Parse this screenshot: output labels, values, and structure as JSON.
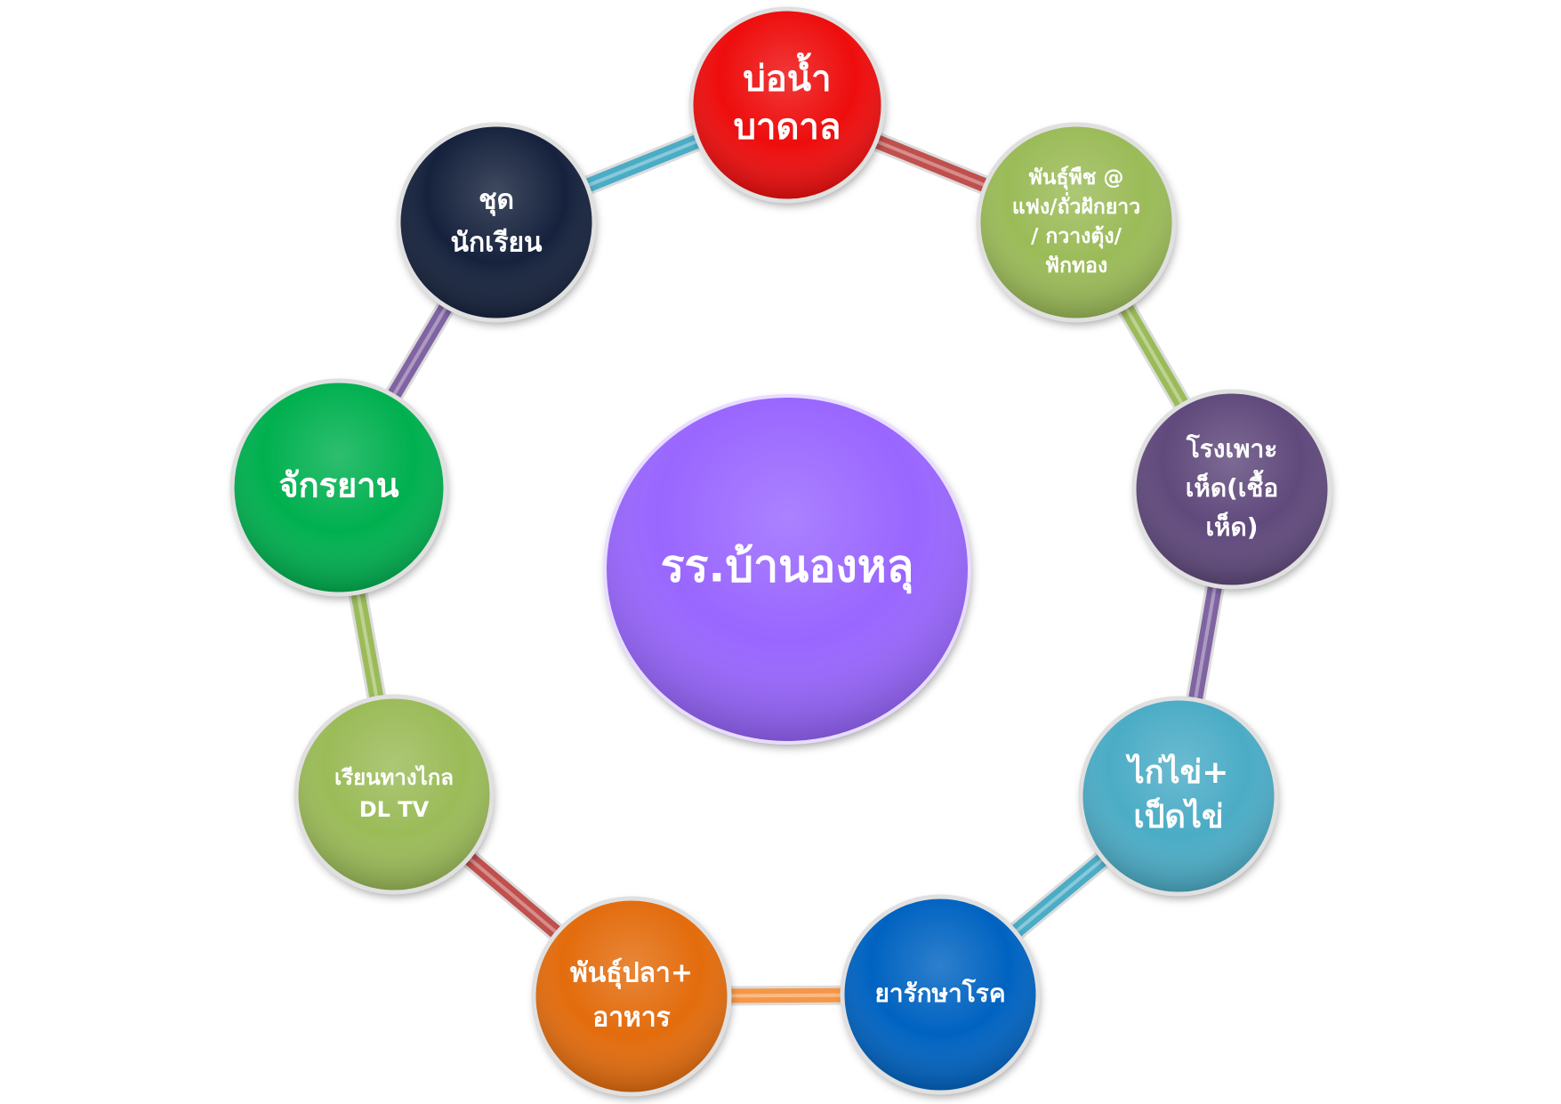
{
  "center": {
    "label": "รร.บ้านองหลุ",
    "color": "#9966FF"
  },
  "nodes": [
    {
      "id": "borehole",
      "lines": [
        "บ่อน้ำ",
        "บาดาล"
      ],
      "color": "#EE1111"
    },
    {
      "id": "plant-seeds",
      "lines": [
        "พันธุ์พืช @",
        "แฟง/ถั่วฝักยาว",
        "/ กวางตุ้ง/",
        "ฟักทอง"
      ],
      "color": "#9BBB59"
    },
    {
      "id": "mushroom-house",
      "lines": [
        "โรงเพาะ",
        "เห็ด(เชื้อ",
        "เห็ด)"
      ],
      "color": "#604A7B"
    },
    {
      "id": "chicken-duck",
      "lines": [
        "ไก่ไข่+",
        "เป็ดไข่"
      ],
      "color": "#4BACC6"
    },
    {
      "id": "medicine",
      "lines": [
        "ยารักษาโรค"
      ],
      "color": "#0563C1"
    },
    {
      "id": "fish",
      "lines": [
        "พันธุ์ปลา+",
        "อาหาร"
      ],
      "color": "#E36C09"
    },
    {
      "id": "distance-learning",
      "lines": [
        "เรียนทางไกล",
        "DL TV"
      ],
      "color": "#9BBB59"
    },
    {
      "id": "bicycle",
      "lines": [
        "จักรยาน"
      ],
      "color": "#00B050"
    },
    {
      "id": "uniform",
      "lines": [
        "ชุด",
        "นักเรียน"
      ],
      "color": "#17243D"
    }
  ],
  "links": [
    {
      "color": "#C0504D"
    },
    {
      "color": "#9BBB59"
    },
    {
      "color": "#8064A2"
    },
    {
      "color": "#4BACC6"
    },
    {
      "color": "#F79646"
    },
    {
      "color": "#C0504D"
    },
    {
      "color": "#9BBB59"
    },
    {
      "color": "#8064A2"
    },
    {
      "color": "#4BACC6"
    }
  ]
}
